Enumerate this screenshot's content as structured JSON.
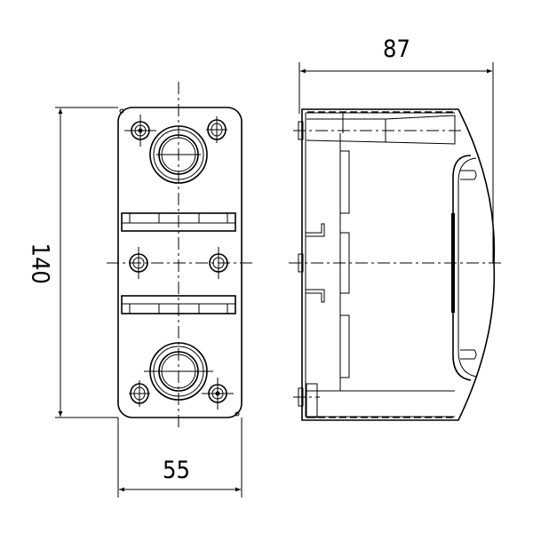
{
  "dimensions": {
    "height": "140",
    "width": "55",
    "depth": "87"
  },
  "colors": {
    "line": "#000000",
    "background": "#ffffff"
  }
}
